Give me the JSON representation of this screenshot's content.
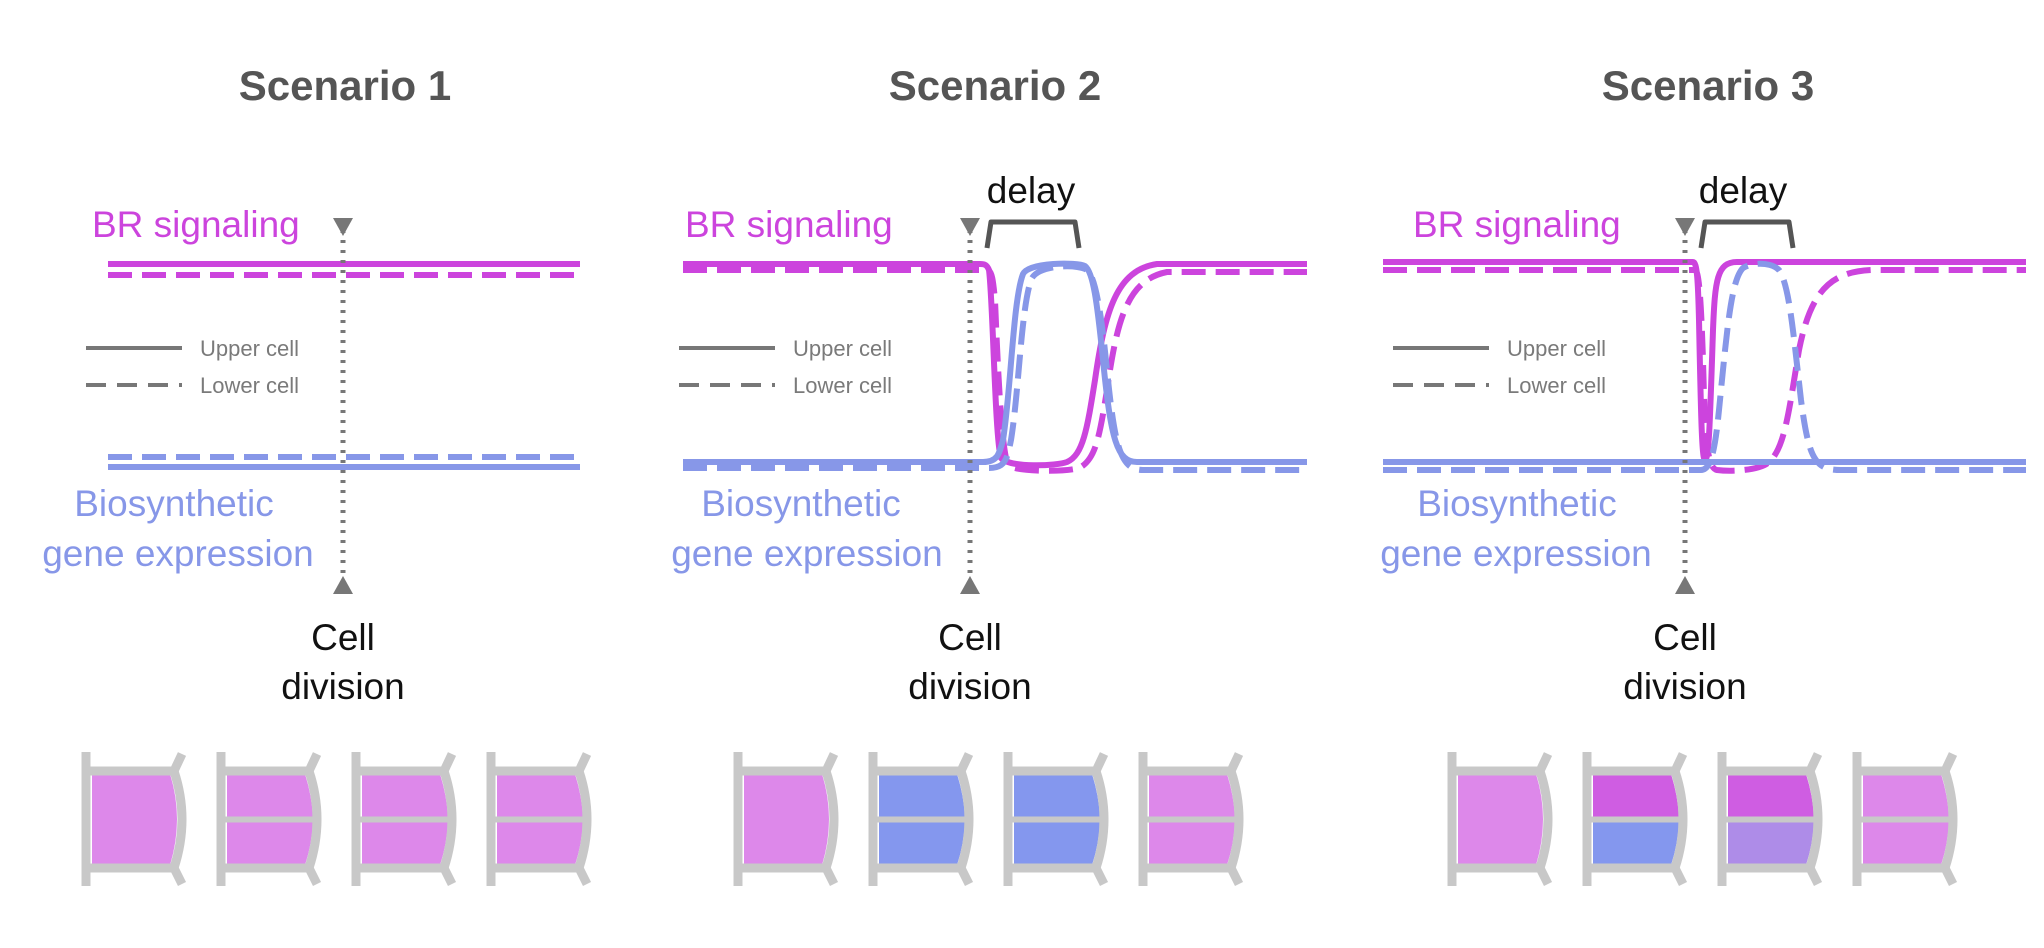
{
  "colors": {
    "br": "#cc44dd",
    "bio": "#8797e8",
    "gray": "#777777",
    "cell_border": "#c8c8c8",
    "cell_pink": "#dd88ea",
    "cell_blue": "#8497ee",
    "cell_deep_pink": "#cf5de2",
    "cell_mauve": "#ae8ce8"
  },
  "labels": {
    "br": "BR signaling",
    "bio_line1": "Biosynthetic",
    "bio_line2": "gene expression",
    "upper": "Upper cell",
    "lower": "Lower cell",
    "division_line1": "Cell",
    "division_line2": "division",
    "delay": "delay"
  },
  "scenarios": [
    {
      "title": "Scenario 1",
      "delay": false,
      "cells": [
        {
          "type": "single",
          "top": "pink"
        },
        {
          "type": "split",
          "top": "pink",
          "bottom": "pink"
        },
        {
          "type": "split",
          "top": "pink",
          "bottom": "pink"
        },
        {
          "type": "split",
          "top": "pink",
          "bottom": "pink"
        }
      ]
    },
    {
      "title": "Scenario 2",
      "delay": true,
      "cells": [
        {
          "type": "single",
          "top": "pink"
        },
        {
          "type": "split",
          "top": "blue",
          "bottom": "blue"
        },
        {
          "type": "split",
          "top": "blue",
          "bottom": "blue"
        },
        {
          "type": "split",
          "top": "pink",
          "bottom": "pink"
        }
      ]
    },
    {
      "title": "Scenario 3",
      "delay": true,
      "cells": [
        {
          "type": "single",
          "top": "pink"
        },
        {
          "type": "split",
          "top": "deep_pink",
          "bottom": "blue"
        },
        {
          "type": "split",
          "top": "deep_pink",
          "bottom": "mauve"
        },
        {
          "type": "split",
          "top": "pink",
          "bottom": "pink"
        }
      ]
    }
  ]
}
